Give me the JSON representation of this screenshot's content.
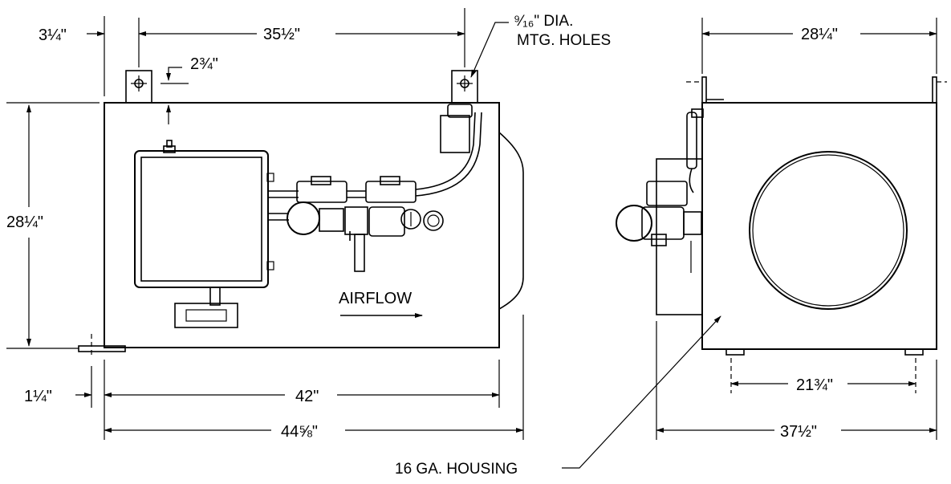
{
  "front_view": {
    "dims": {
      "top_offset": "3¼\"",
      "hole_spacing": "35½\"",
      "tab_height": "2¾\"",
      "height": "28¼\"",
      "bottom_offset": "1¼\"",
      "base_length": "42\"",
      "overall_length": "44⅝\""
    },
    "mounting_holes_line1": "⁹⁄₁₆\" DIA.",
    "mounting_holes_line2": "MTG. HOLES",
    "airflow_label": "AIRFLOW"
  },
  "side_view": {
    "dims": {
      "width": "28¼\"",
      "foot_spacing": "21¾\"",
      "overall_depth": "37½\""
    },
    "housing_label": "16 GA. HOUSING"
  }
}
